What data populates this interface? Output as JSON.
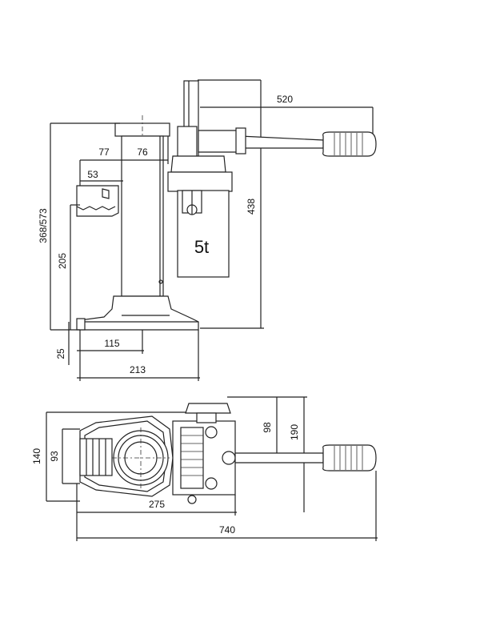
{
  "side_view": {
    "capacity_label": "5t",
    "dims": {
      "handle_reach": "520",
      "d77": "77",
      "d76": "76",
      "d53": "53",
      "height_range": "368/573",
      "d205": "205",
      "d438": "438",
      "d25": "25",
      "d115": "115",
      "d213": "213"
    }
  },
  "top_view": {
    "dims": {
      "d140": "140",
      "d93": "93",
      "d98": "98",
      "d190": "190",
      "d275": "275",
      "d740": "740"
    }
  }
}
